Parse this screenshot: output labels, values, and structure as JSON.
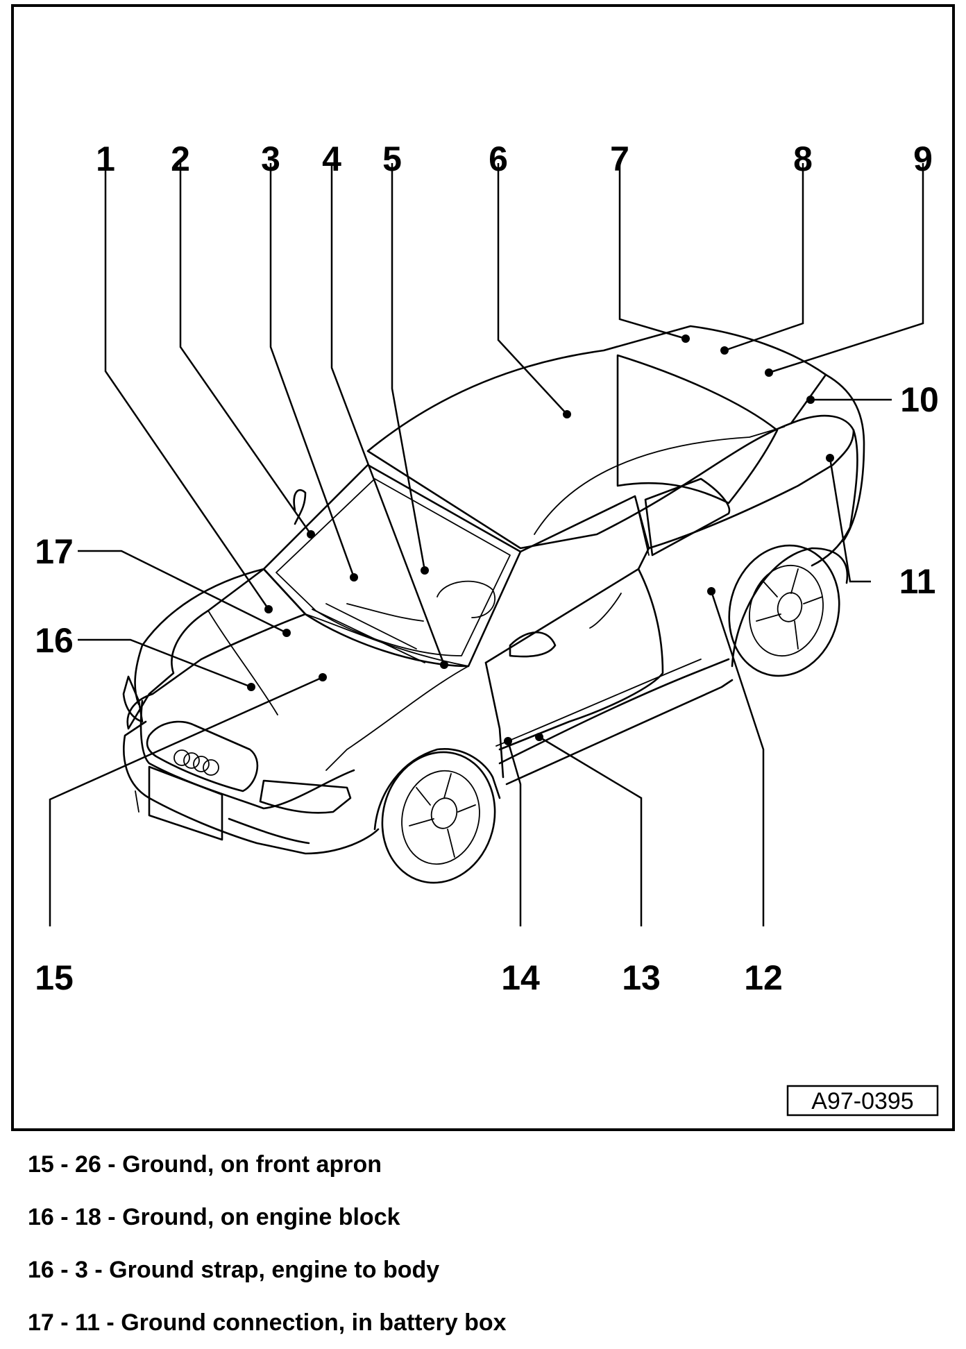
{
  "figure_id": "A97-0395",
  "callouts": [
    "1",
    "2",
    "3",
    "4",
    "5",
    "6",
    "7",
    "8",
    "9",
    "10",
    "11",
    "12",
    "13",
    "14",
    "15",
    "16",
    "17"
  ],
  "captions": [
    "15 - 26 - Ground, on front apron",
    "16 - 18 - Ground, on engine block",
    "16 - 3 - Ground strap, engine to body",
    "17 - 11 - Ground connection, in battery box"
  ]
}
